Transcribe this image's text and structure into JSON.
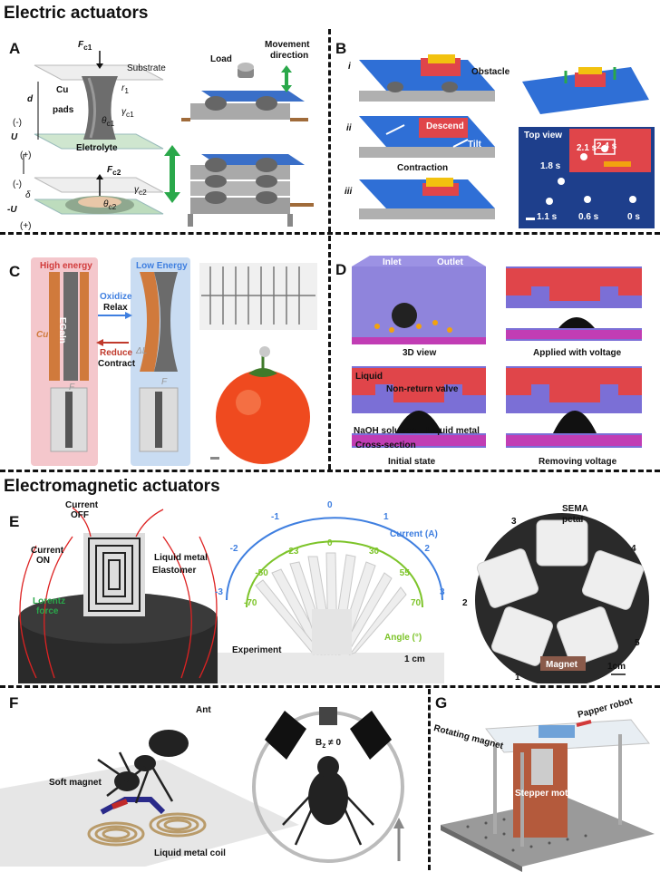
{
  "sections": {
    "electric": "Electric actuators",
    "electromagnetic": "Electromagnetic actuators"
  },
  "panels": {
    "A": {
      "letter": "A",
      "fc1": "F",
      "fc1_sub": "c1",
      "substrate": "Substrate",
      "cu": "Cu",
      "pads": "pads",
      "d": "d",
      "r1": "r",
      "r1_sub": "1",
      "theta1": "θ",
      "theta1_sub": "c1",
      "gamma1": "γ",
      "gamma1_sub": "c1",
      "minus": "(-)",
      "plus": "(+)",
      "u": "U",
      "electrolyte": "Eletrolyte",
      "fc2": "F",
      "fc2_sub": "c2",
      "gamma2": "γ",
      "gamma2_sub": "c2",
      "theta2": "θ",
      "theta2_sub": "c2",
      "delta": "δ",
      "minus_u": "-U",
      "load": "Load",
      "movement": "Movement",
      "direction": "direction"
    },
    "B": {
      "letter": "B",
      "i": "i",
      "ii": "ii",
      "iii": "iii",
      "obstacle": "Obstacle",
      "descend": "Descend",
      "tilt": "Tilt",
      "contraction": "Contraction",
      "top_view": "Top view",
      "t_21": "2.1 s",
      "t_24": "2.4 s",
      "t_18": "1.8 s",
      "t_11": "1.1 s",
      "t_06": "0.6 s",
      "t_0": "0 s"
    },
    "C": {
      "letter": "C",
      "high_energy": "High energy",
      "low_energy": "Low Energy",
      "oxidize": "Oxidize",
      "relax": "Relax",
      "reduce": "Reduce",
      "contract": "Contract",
      "cu": "Cu",
      "egain": "EGaIn",
      "f": "F",
      "dl": "ΔL"
    },
    "D": {
      "letter": "D",
      "inlet": "Inlet",
      "outlet": "Outlet",
      "view3d": "3D view",
      "applied": "Applied with voltage",
      "liquid": "Liquid",
      "valve": "Non-return valve",
      "naoh": "NaOH solution",
      "liquid_metal": "Liquid metal",
      "cross": "Cross-section",
      "initial": "Initial state",
      "removing": "Removing voltage"
    },
    "E": {
      "letter": "E",
      "current_off_1": "Current",
      "current_off_2": "OFF",
      "current_on_1": "Current",
      "current_on_2": "ON",
      "liquid_metal": "Liquid metal",
      "elastomer": "Elastomer",
      "lorentz_1": "Lorentz",
      "lorentz_2": "force",
      "experiment": "Experiment",
      "scale1": "1 cm",
      "current_axis": "Current (A)",
      "angle_axis": "Angle (°)",
      "current_ticks": [
        "-3",
        "-2",
        "-1",
        "0",
        "1",
        "2",
        "3"
      ],
      "angle_ticks": [
        "-70",
        "-50",
        "-23",
        "0",
        "30",
        "55",
        "70"
      ],
      "sema_1": "SEMA",
      "sema_2": "petal",
      "n1": "1",
      "n2": "2",
      "n3": "3",
      "n4": "4",
      "n5": "5",
      "magnet": "Magnet",
      "scale2": "1cm"
    },
    "F": {
      "letter": "F",
      "ant": "Ant",
      "soft_magnet": "Soft magnet",
      "coil": "Liquid metal coil",
      "bz": "B",
      "bz_sub": "z",
      "bz_rest": " ≠ 0"
    },
    "G": {
      "letter": "G",
      "rotating": "Rotating magnet",
      "paper": "Papper robot",
      "stepper": "Stepper motor"
    }
  },
  "colors": {
    "accent_green": "#2aa84a",
    "current_blue": "#3f7fe0",
    "angle_green": "#7dc42a",
    "high_pink": "#f4c7cc",
    "low_blue": "#c9dcf2",
    "actuator_blue": "#2f6fd6",
    "d_red": "#e0454a",
    "d_purple": "#7b6fd6"
  }
}
